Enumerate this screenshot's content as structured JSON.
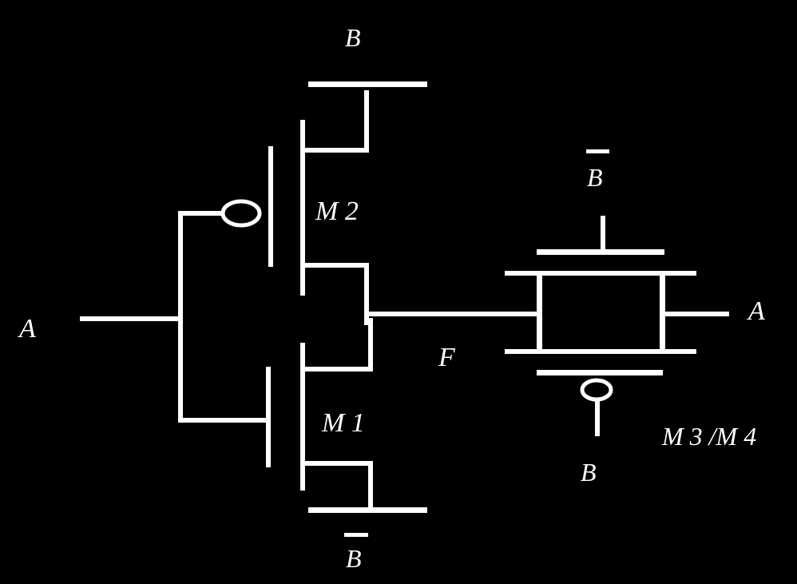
{
  "colors": {
    "background": "#000000",
    "foreground": "#ffffff"
  },
  "labels": {
    "input_a_left": "A",
    "b_top": "B",
    "m2": "M 2",
    "m1": "M 1",
    "b_bar_bottom": "B",
    "output_f": "F",
    "b_bar_right": "B",
    "a_right": "A",
    "b_right_bottom": "B",
    "m3_m4": "M 3 /M 4"
  }
}
